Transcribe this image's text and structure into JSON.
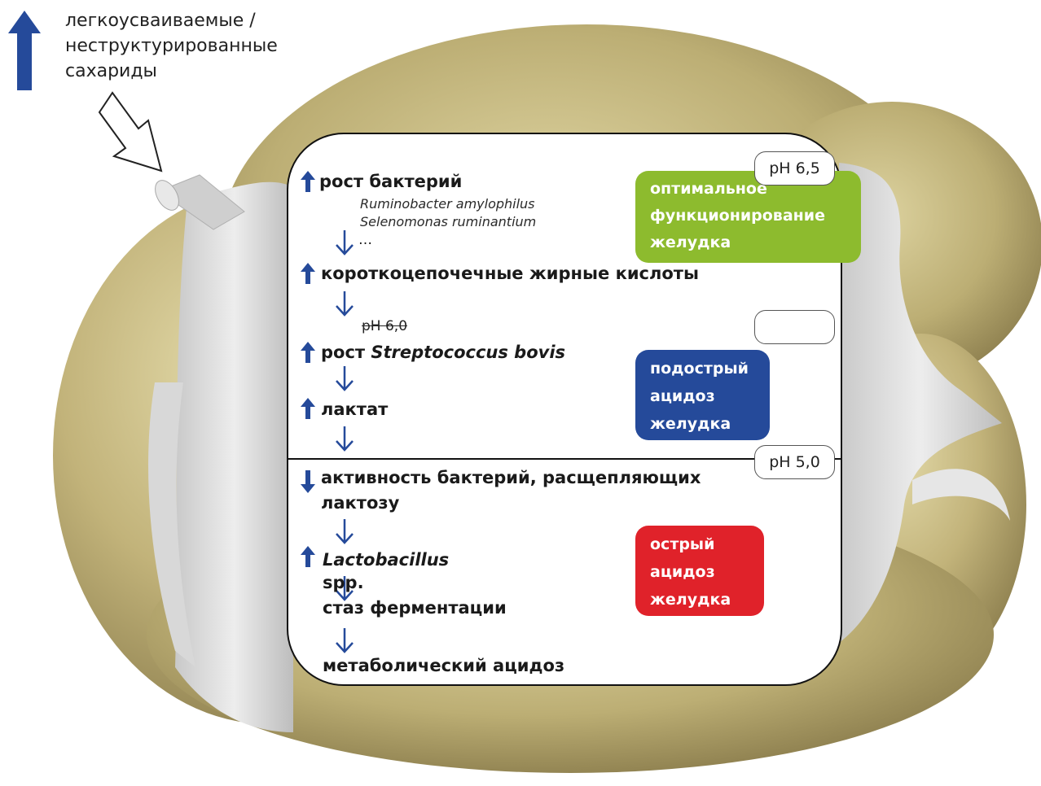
{
  "intro": {
    "line1": "легкоусваиваемые /",
    "line2": "неструктурированные",
    "line3": "сахариды"
  },
  "steps": {
    "growth_bacteria": "рост бактерий",
    "species1": "Ruminobacter amylophilus",
    "species2": "Selenomonas ruminantium",
    "ellipsis": "…",
    "scfa": "короткоцепочечные жирные кислоты",
    "ph60": "pH 6,0",
    "strep_prefix": "рост ",
    "strep_name": "Streptococcus bovis",
    "lactate": "лактат",
    "activity_line1": "активность бактерий, расщепляющих",
    "activity_line2": "лактозу",
    "lacto_name": "Lactobacillus",
    "lacto_spp": "spp.",
    "stasis": "стаз ферментации",
    "metabolic": "метаболический ацидоз"
  },
  "ph_labels": {
    "top": "pH 6,5",
    "middle": "",
    "bottom": "pH 5,0"
  },
  "states": {
    "optimal": {
      "line1": "оптимальное",
      "line2": "функционирование",
      "line3": "желудка",
      "color": "#8dbb2e"
    },
    "subacute": {
      "line1": "подострый",
      "line2": "ацидоз",
      "line3": "желудка",
      "color": "#254a9a"
    },
    "acute": {
      "line1": "острый",
      "line2": "ацидоз",
      "line3": "желудка",
      "color": "#e0222a"
    }
  },
  "colors": {
    "arrow": "#254a9a",
    "outline_arrow": "#222222"
  },
  "icons": [
    "up-arrow-icon",
    "down-arrow-icon",
    "outline-arrow-icon",
    "stomach-illustration"
  ]
}
